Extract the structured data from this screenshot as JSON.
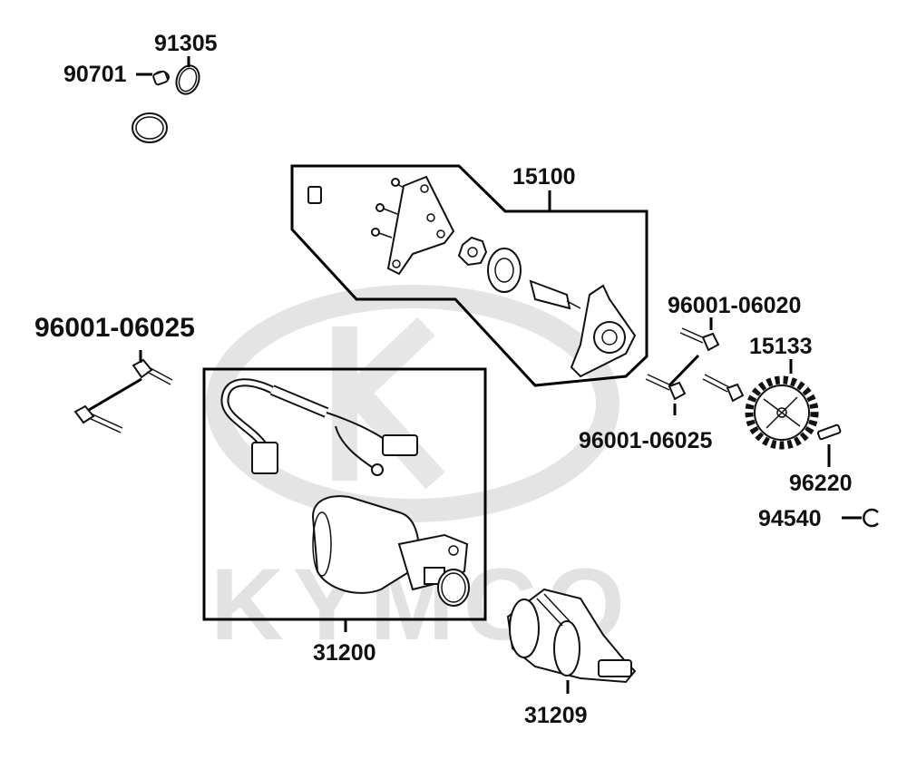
{
  "diagram": {
    "watermark_text": "KYMCO",
    "labels": {
      "p90701": "90701",
      "p91305": "91305",
      "p15100": "15100",
      "p96001_06025_left": "96001-06025",
      "p96001_06020": "96001-06020",
      "p15133": "15133",
      "p96001_06025_right": "96001-06025",
      "p96220": "96220",
      "p94540": "94540",
      "p31200": "31200",
      "p31209": "31209"
    }
  }
}
